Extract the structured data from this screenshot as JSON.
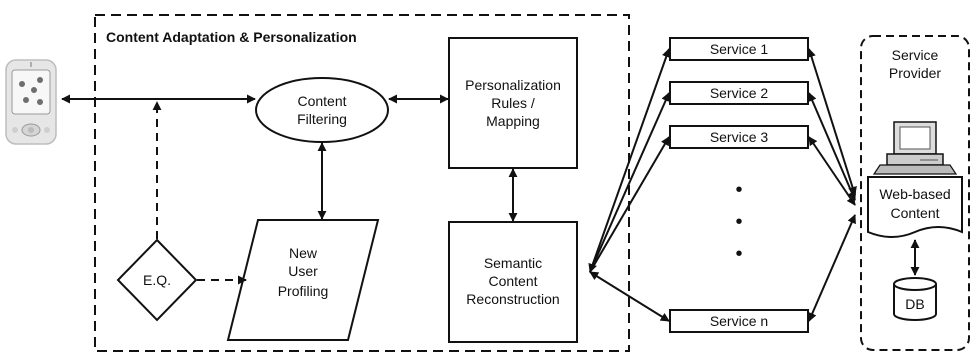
{
  "container_title": "Content Adaptation & Personalization",
  "nodes": {
    "content_filtering": [
      "Content",
      "Filtering"
    ],
    "personalization": [
      "Personalization",
      "Rules /",
      "Mapping"
    ],
    "semantic": [
      "Semantic",
      "Content",
      "Reconstruction"
    ],
    "profiling": [
      "New",
      "User",
      "Profiling"
    ],
    "eq": "E.Q."
  },
  "services": [
    "Service 1",
    "Service 2",
    "Service 3",
    "Service n"
  ],
  "ellipsis": "•",
  "provider": {
    "title": [
      "Service",
      "Provider"
    ],
    "content": [
      "Web-based",
      "Content"
    ],
    "db": "DB"
  },
  "colors": {
    "stroke": "#111111",
    "background": "#ffffff",
    "device": "#d9d9d9"
  }
}
